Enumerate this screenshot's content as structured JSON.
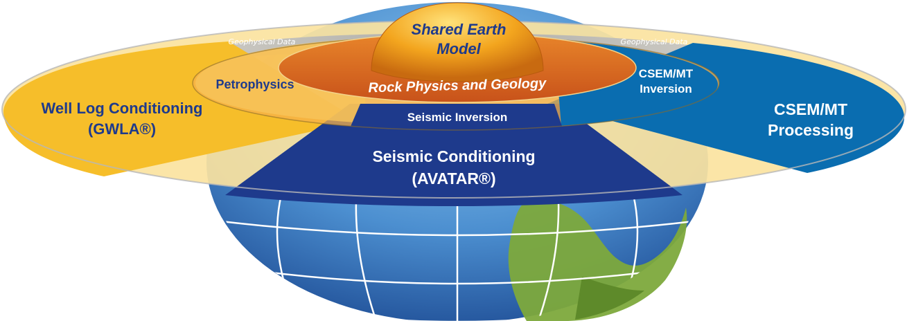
{
  "diagram": {
    "core": {
      "line1": "Shared Earth",
      "line2": "Model"
    },
    "rock_physics": "Rock Physics and Geology",
    "geophysical_data_left": "Geophysical Data",
    "geophysical_data_right": "Geophysical Data",
    "petrophysics": "Petrophysics",
    "csem_inversion": {
      "line1": "CSEM/MT",
      "line2": "Inversion"
    },
    "seismic_inversion": "Seismic Inversion",
    "well_log": {
      "line1": "Well Log Conditioning",
      "line2": "(GWLA®)"
    },
    "seismic_conditioning": {
      "line1": "Seismic Conditioning",
      "line2": "(AVATAR®)"
    },
    "csem_processing": {
      "line1": "CSEM/MT",
      "line2": "Processing"
    },
    "colors": {
      "yellow": "#F6BE2A",
      "pale_yellow": "#FBE3A0",
      "navy": "#1E3A8C",
      "blue": "#0A6DB0",
      "orange": "#E07A1E",
      "rock_orange": "#D4601C",
      "dome_gold": "#F3A51E",
      "ocean": "#4C8FD0",
      "land": "#7DA93C",
      "gray_band": "#B9B9B9"
    }
  }
}
